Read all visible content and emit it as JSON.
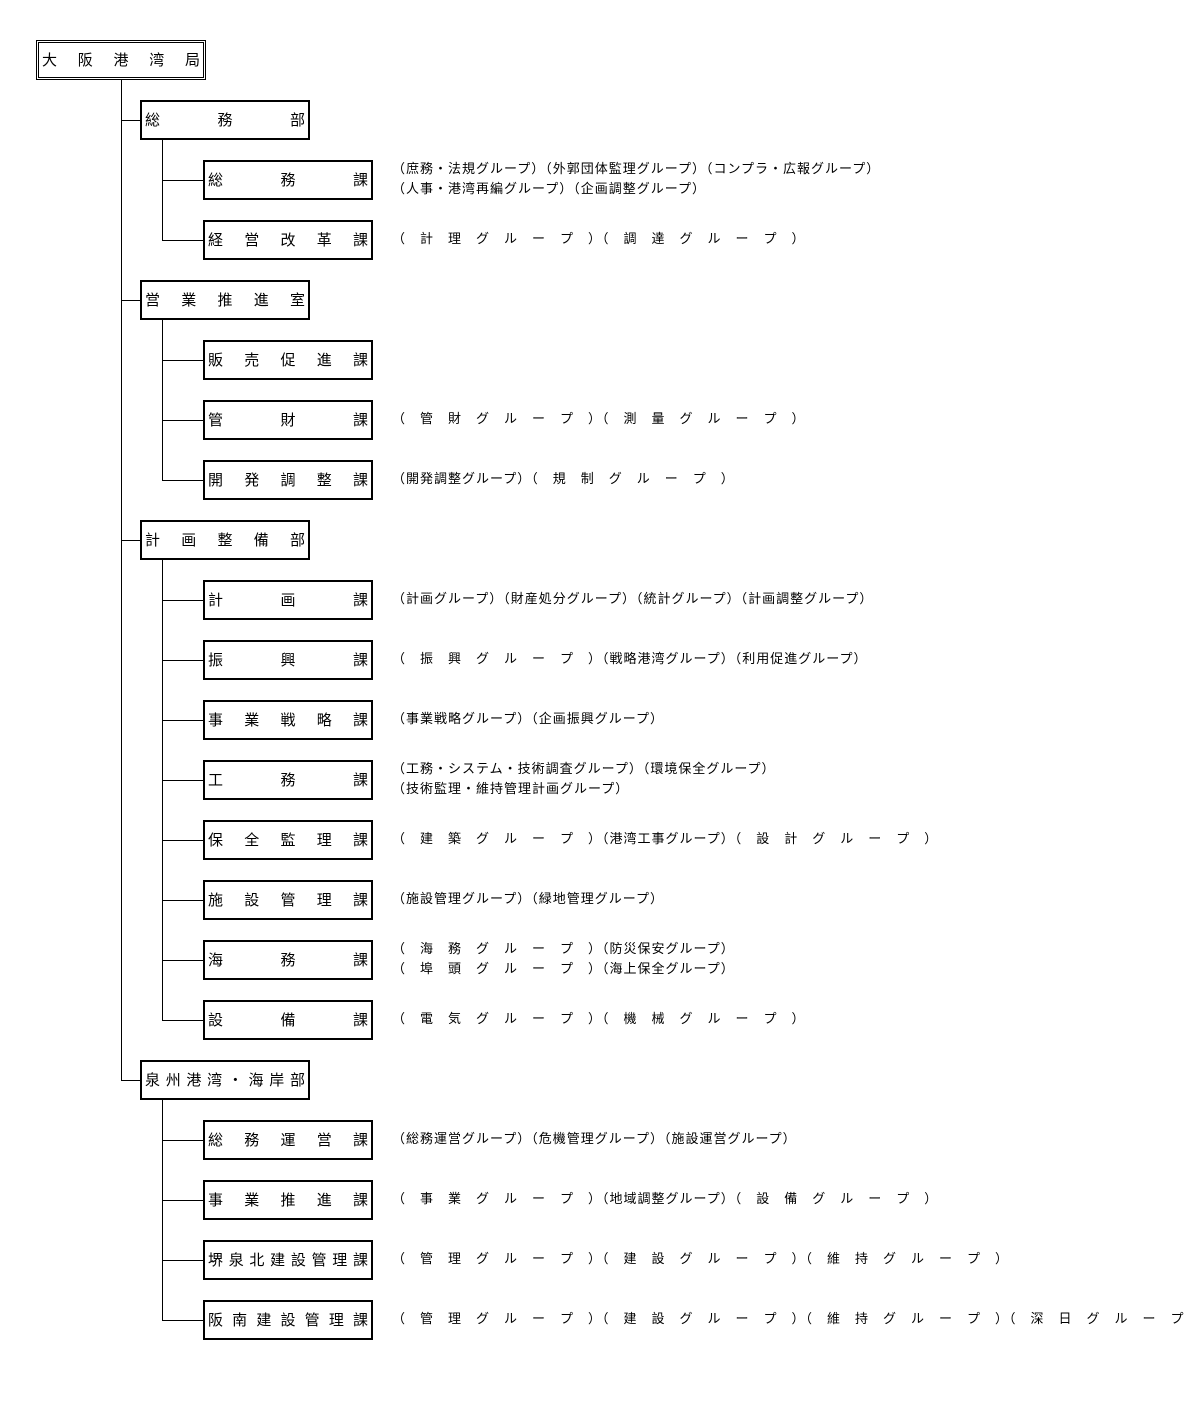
{
  "root": "大　阪　港　湾　局",
  "departments": [
    {
      "name": "総　　　務　　　部",
      "sections": [
        {
          "name": "総　　　務　　　課",
          "groups": [
            "（庶務・法規グループ）（外郭団体監理グループ）（コンプラ・広報グループ）",
            "（人事・港湾再編グループ）（企画調整グループ）"
          ]
        },
        {
          "name": "経　営　改　革　課",
          "groups": [
            "（　計　理　グ　ル　ー　プ　）（　調　達　グ　ル　ー　プ　）"
          ]
        }
      ]
    },
    {
      "name": "営　業　推　進　室",
      "sections": [
        {
          "name": "販　売　促　進　課",
          "groups": []
        },
        {
          "name": "管　　　財　　　課",
          "groups": [
            "（　管　財　グ　ル　ー　プ　）（　測　量　グ　ル　ー　プ　）"
          ]
        },
        {
          "name": "開　発　調　整　課",
          "groups": [
            "（開発調整グループ）（　規　制　グ　ル　ー　プ　）"
          ]
        }
      ]
    },
    {
      "name": "計　画　整　備　部",
      "sections": [
        {
          "name": "計　　　画　　　課",
          "groups": [
            "（計画グループ）（財産処分グループ）（統計グループ）（計画調整グループ）"
          ]
        },
        {
          "name": "振　　　興　　　課",
          "groups": [
            "（　振　興　グ　ル　ー　プ　）（戦略港湾グループ）（利用促進グループ）"
          ]
        },
        {
          "name": "事　業　戦　略　課",
          "groups": [
            "（事業戦略グループ）（企画振興グループ）"
          ]
        },
        {
          "name": "工　　　務　　　課",
          "groups": [
            "（工務・システム・技術調査グループ）（環境保全グループ）",
            "（技術監理・維持管理計画グループ）"
          ]
        },
        {
          "name": "保　全　監　理　課",
          "groups": [
            "（　建　築　グ　ル　ー　プ　）（港湾工事グループ）（　設　計　グ　ル　ー　プ　）"
          ]
        },
        {
          "name": "施　設　管　理　課",
          "groups": [
            "（施設管理グループ）（緑地管理グループ）"
          ]
        },
        {
          "name": "海　　　務　　　課",
          "groups": [
            "（　海　務　グ　ル　ー　プ　）（防災保安グループ）",
            "（　埠　頭　グ　ル　ー　プ　）（海上保全グループ）"
          ]
        },
        {
          "name": "設　　　備　　　課",
          "groups": [
            "（　電　気　グ　ル　ー　プ　）（　機　械　グ　ル　ー　プ　）"
          ]
        }
      ]
    },
    {
      "name": "泉州港湾・海岸部",
      "sections": [
        {
          "name": "総　務　運　営　課",
          "groups": [
            "（総務運営グループ）（危機管理グループ）（施設運営グループ）"
          ]
        },
        {
          "name": "事　業　推　進　課",
          "groups": [
            "（　事　業　グ　ル　ー　プ　）（地域調整グループ）（　設　備　グ　ル　ー　プ　）"
          ]
        },
        {
          "name": "堺泉北建設管理課",
          "groups": [
            "（　管　理　グ　ル　ー　プ　）（　建　設　グ　ル　ー　プ　）（　維　持　グ　ル　ー　プ　）"
          ]
        },
        {
          "name": "阪南建設管理課",
          "groups": [
            "（　管　理　グ　ル　ー　プ　）（　建　設　グ　ル　ー　プ　）（　維　持　グ　ル　ー　プ　）（　深　日　グ　ル　ー　プ　）"
          ]
        }
      ]
    }
  ]
}
